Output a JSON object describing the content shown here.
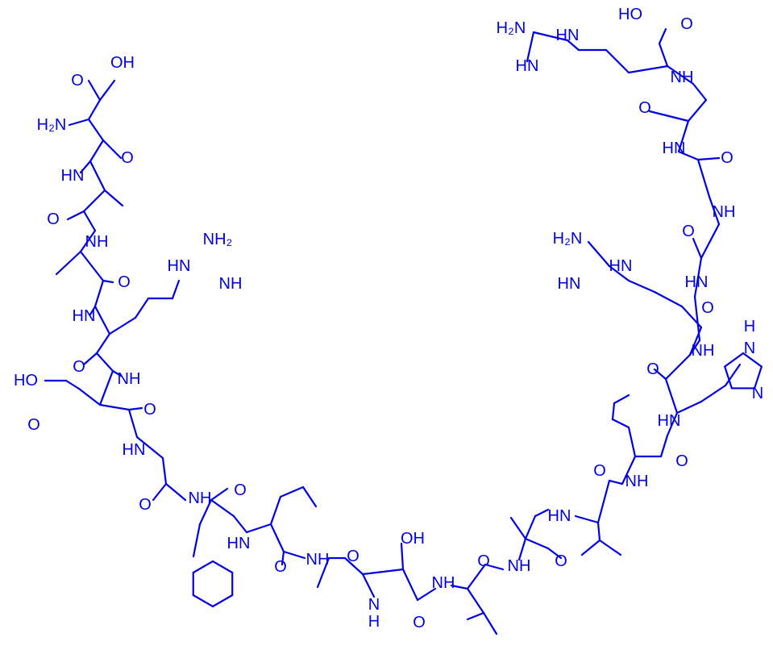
{
  "colors": {
    "ink": "#0000e0",
    "background": "#ffffff"
  },
  "labels": {
    "h2n": "H₂N",
    "hn": "HN",
    "nh": "NH",
    "nh2": "NH₂",
    "o": "O",
    "oh": "OH",
    "ho": "HO",
    "n": "N",
    "h": "H",
    "hn_eq": "HN",
    "nh_eq": "NH"
  },
  "atoms": [
    {
      "id": "asp_oh",
      "label_key": "oh"
    },
    {
      "id": "asp_o",
      "label_key": "o"
    },
    {
      "id": "asp_h2n",
      "label_key": "h2n"
    },
    {
      "id": "asp_co_o",
      "label_key": "o"
    },
    {
      "id": "ala1_hn",
      "label_key": "hn"
    },
    {
      "id": "ala1_o",
      "label_key": "o"
    },
    {
      "id": "ala2_nh",
      "label_key": "nh"
    },
    {
      "id": "ala2_o",
      "label_key": "o"
    },
    {
      "id": "arg1_hn",
      "label_key": "hn"
    },
    {
      "id": "arg1_g_hn",
      "label_key": "hn"
    },
    {
      "id": "arg1_g_nh2",
      "label_key": "nh2"
    },
    {
      "id": "arg1_g_nh",
      "label_key": "nh"
    },
    {
      "id": "arg1_o",
      "label_key": "o"
    },
    {
      "id": "glu_nh",
      "label_key": "nh"
    },
    {
      "id": "glu_ho",
      "label_key": "ho"
    },
    {
      "id": "glu_side_o",
      "label_key": "o"
    },
    {
      "id": "glu_o",
      "label_key": "o"
    },
    {
      "id": "gly1_hn",
      "label_key": "hn"
    },
    {
      "id": "gly1_o",
      "label_key": "o"
    },
    {
      "id": "phe_nh",
      "label_key": "nh"
    },
    {
      "id": "phe_o",
      "label_key": "o"
    },
    {
      "id": "leu1_hn",
      "label_key": "hn"
    },
    {
      "id": "leu1_o",
      "label_key": "o"
    },
    {
      "id": "ala3_nh",
      "label_key": "nh"
    },
    {
      "id": "ala3_o",
      "label_key": "o"
    },
    {
      "id": "thr_oh",
      "label_key": "oh"
    },
    {
      "id": "thr_n",
      "label_key": "n"
    },
    {
      "id": "thr_h",
      "label_key": "h"
    },
    {
      "id": "thr_o",
      "label_key": "o"
    },
    {
      "id": "leu2_nh",
      "label_key": "nh"
    },
    {
      "id": "leu2_o",
      "label_key": "o"
    },
    {
      "id": "val1_nh",
      "label_key": "nh"
    },
    {
      "id": "val1_o",
      "label_key": "o"
    },
    {
      "id": "val2_hn",
      "label_key": "hn"
    },
    {
      "id": "val2_o",
      "label_key": "o"
    },
    {
      "id": "leu3_nh",
      "label_key": "nh"
    },
    {
      "id": "leu3_o",
      "label_key": "o"
    },
    {
      "id": "his_hn",
      "label_key": "hn"
    },
    {
      "id": "his_ring_h",
      "label_key": "h"
    },
    {
      "id": "his_ring_n1",
      "label_key": "n"
    },
    {
      "id": "his_ring_n2",
      "label_key": "n"
    },
    {
      "id": "his_o",
      "label_key": "o"
    },
    {
      "id": "arg2_nh",
      "label_key": "nh"
    },
    {
      "id": "arg2_o",
      "label_key": "o"
    },
    {
      "id": "arg2_g_h2n",
      "label_key": "h2n"
    },
    {
      "id": "arg2_g_hn",
      "label_key": "hn"
    },
    {
      "id": "arg2_g_nh",
      "label_key": "hn_eq"
    },
    {
      "id": "ala4_hn",
      "label_key": "hn"
    },
    {
      "id": "ala4_o",
      "label_key": "o"
    },
    {
      "id": "gly2_nh",
      "label_key": "nh"
    },
    {
      "id": "gly2_o",
      "label_key": "o"
    },
    {
      "id": "ala5_hn",
      "label_key": "hn"
    },
    {
      "id": "ala5_o",
      "label_key": "o"
    },
    {
      "id": "arg3_nh",
      "label_key": "nh"
    },
    {
      "id": "arg3_ho",
      "label_key": "ho"
    },
    {
      "id": "arg3_o",
      "label_key": "o"
    },
    {
      "id": "arg3_g_h2n",
      "label_key": "h2n"
    },
    {
      "id": "arg3_g_hn",
      "label_key": "hn"
    },
    {
      "id": "arg3_g_eq",
      "label_key": "hn_eq"
    }
  ]
}
